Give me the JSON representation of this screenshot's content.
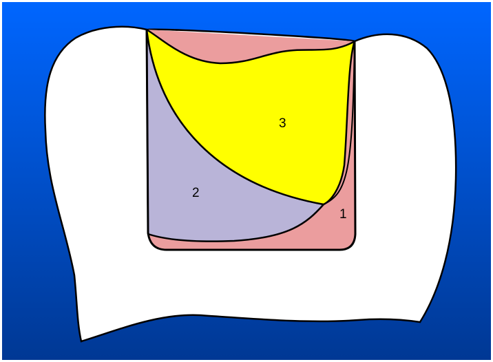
{
  "diagram": {
    "background": {
      "top_color": "#0066ff",
      "bottom_color": "#003894"
    },
    "tooth_color": "#ffffff",
    "outline_color": "#000000",
    "regions": [
      {
        "id": "1",
        "label": "1",
        "color": "#eb9d9e"
      },
      {
        "id": "2",
        "label": "2",
        "color": "#b9b4d8"
      },
      {
        "id": "3",
        "label": "3",
        "color": "#ffff00"
      }
    ]
  }
}
